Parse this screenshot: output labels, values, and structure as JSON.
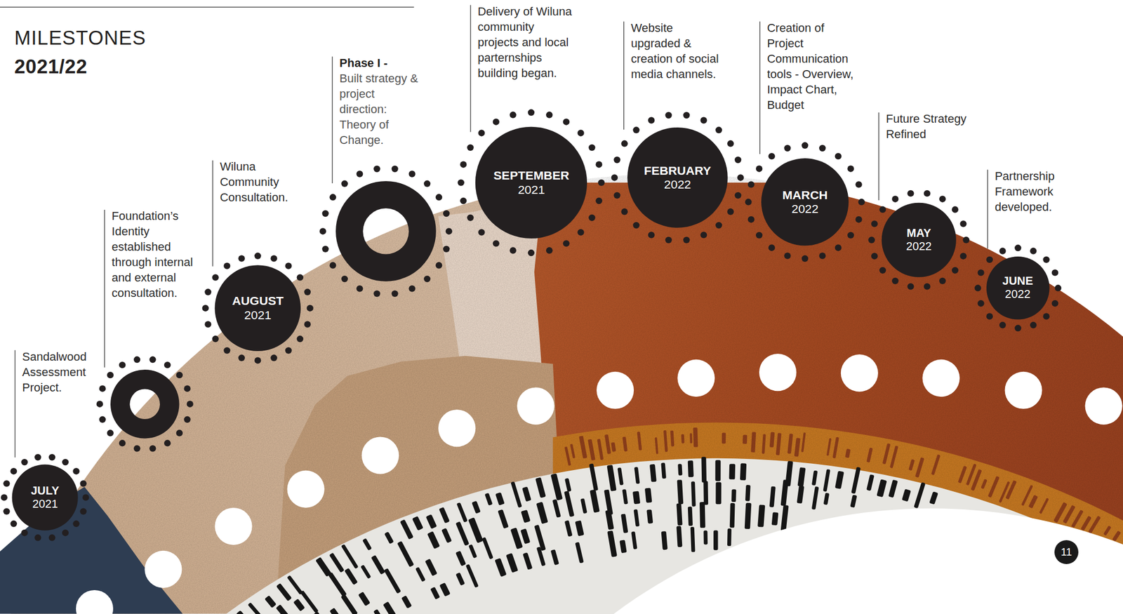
{
  "diagram": {
    "title": "MILESTONES",
    "nodes": [
      {
        "text": [
          "JULY",
          "2021",
          "Sandalwood Assessment Project."
        ]
      },
      {
        "text": [
          "Foundation’s Identity established through internal and external consultation."
        ]
      },
      {
        "text": [
          "AUGUST",
          "2021",
          "Wiluna Community Consultation."
        ]
      },
      {
        "text": [
          "Phase I -",
          "Built strategy & project direction: Theory of Change."
        ]
      },
      {
        "text": [
          "SEPTEMBER",
          "2021",
          "Delivery of Wiluna community projects and local parternships building began."
        ]
      },
      {
        "text": [
          "FEBRUARY",
          "2022",
          "Website upgraded & creation of social media channels."
        ]
      },
      {
        "text": [
          "MARCH",
          "2022",
          "Creation of Project Communication tools - Overview, Impact Chart, Budget"
        ]
      },
      {
        "text": [
          "MAY",
          "2022",
          "Future Strategy Refined"
        ]
      },
      {
        "text": [
          "JUNE",
          "2022",
          "Partnership Framework developed."
        ]
      }
    ],
    "labels": [
      "2021/22",
      "11"
    ]
  }
}
